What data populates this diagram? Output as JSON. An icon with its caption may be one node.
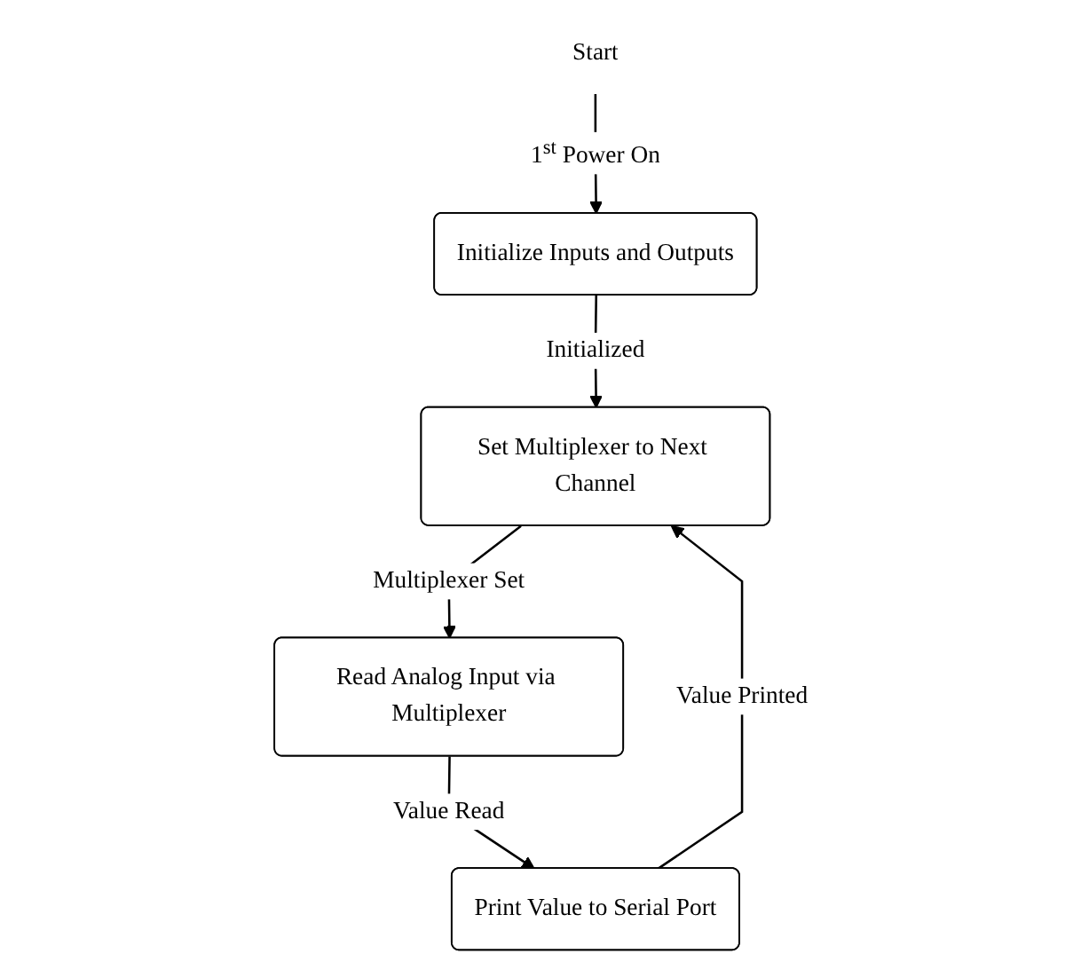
{
  "diagram": {
    "nodes": [
      {
        "text": [
          "Start"
        ]
      },
      {
        "text": [
          "Initialize Inputs and Outputs"
        ]
      },
      {
        "text": [
          "Set Multiplexer to Next Channel"
        ]
      },
      {
        "text": [
          "Read Analog Input via Multiplexer"
        ]
      },
      {
        "text": [
          "Print Value to Serial Port"
        ]
      }
    ],
    "edges": [
      {
        "from": 0,
        "to": 1,
        "arrow": "to",
        "label": "1$^{st}$ Power On"
      },
      {
        "from": 1,
        "to": 2,
        "arrow": "to",
        "label": "Initialized"
      },
      {
        "from": 2,
        "to": 3,
        "arrow": "to",
        "label": "Multiplexer Set"
      },
      {
        "from": 3,
        "to": 4,
        "arrow": "to",
        "label": "Value Read"
      },
      {
        "from": 4,
        "to": 2,
        "arrow": "to",
        "label": "Value Printed"
      }
    ]
  }
}
